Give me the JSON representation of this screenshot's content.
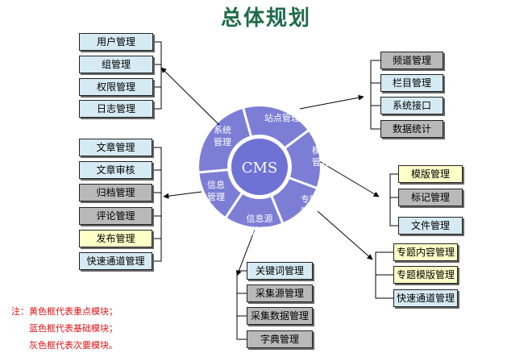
{
  "title": "总体规划",
  "center": {
    "label": "CMS"
  },
  "ring": {
    "site": {
      "line1": "站点管理",
      "line2": ""
    },
    "template": {
      "line1": "模版",
      "line2": "管理"
    },
    "topic": {
      "line1": "专题",
      "line2": "管理"
    },
    "source": {
      "line1": "信息源",
      "line2": "管理"
    },
    "info": {
      "line1": "信息",
      "line2": "管理"
    },
    "system": {
      "line1": "系统",
      "line2": "管理"
    }
  },
  "groups": {
    "system": [
      "用户管理",
      "组管理",
      "权限管理",
      "日志管理"
    ],
    "site": [
      "频道管理",
      "栏目管理",
      "系统接口",
      "数据统计"
    ],
    "info": [
      "文章管理",
      "文章审核",
      "归档管理",
      "评论管理",
      "发布管理",
      "快速通道管理"
    ],
    "template": [
      "模版管理",
      "标记管理",
      "文件管理"
    ],
    "topic": [
      "专题内容管理",
      "专题模版管理",
      "快速通道管理"
    ],
    "source": [
      "关键词管理",
      "采集源管理",
      "采集数据管理",
      "字典管理"
    ]
  },
  "notes": {
    "line1": "注：黄色框代表重点模块；",
    "line2": "蓝色框代表基础模块；",
    "line3": "灰色框代表次要模块。"
  },
  "colors": {
    "ring": "#7c7ed6",
    "center": "#6e72d4",
    "blue": "#d6eaf3",
    "gray": "#b9b9b9",
    "yellow": "#ffffc8",
    "title": "#1f6b4c",
    "note": "#e01010"
  }
}
